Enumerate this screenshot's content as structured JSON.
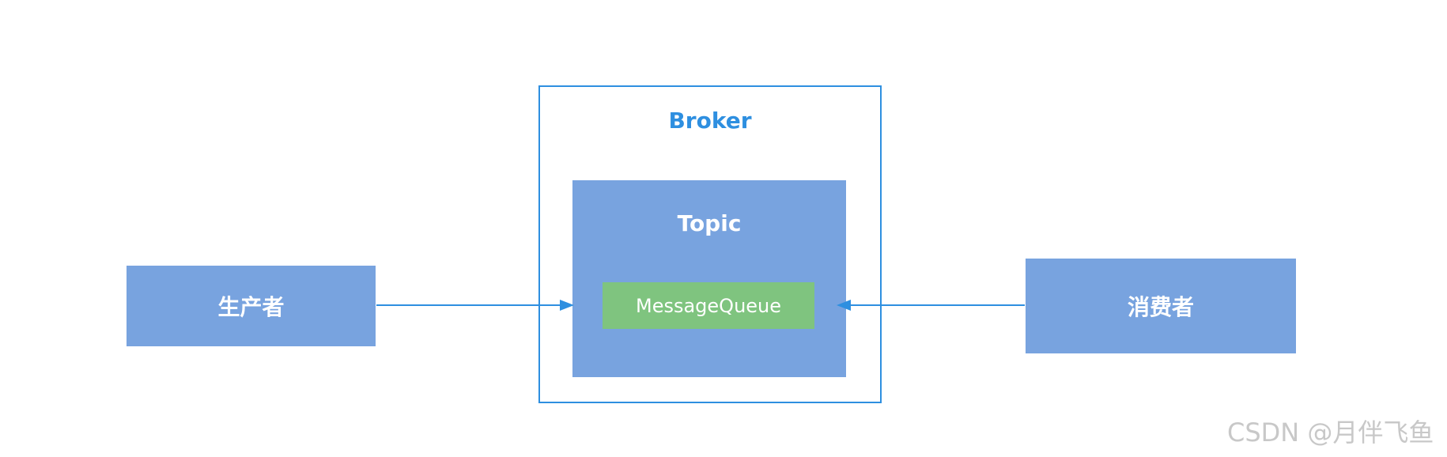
{
  "nodes": {
    "producer": "生产者",
    "consumer": "消费者",
    "broker": "Broker",
    "topic": "Topic",
    "queue": "MessageQueue"
  },
  "watermark": "CSDN @月伴飞鱼",
  "colors": {
    "box_fill": "#78a3df",
    "queue_fill": "#7fc47f",
    "broker_border": "#2e8fe0",
    "arrow": "#2e8fe0"
  }
}
